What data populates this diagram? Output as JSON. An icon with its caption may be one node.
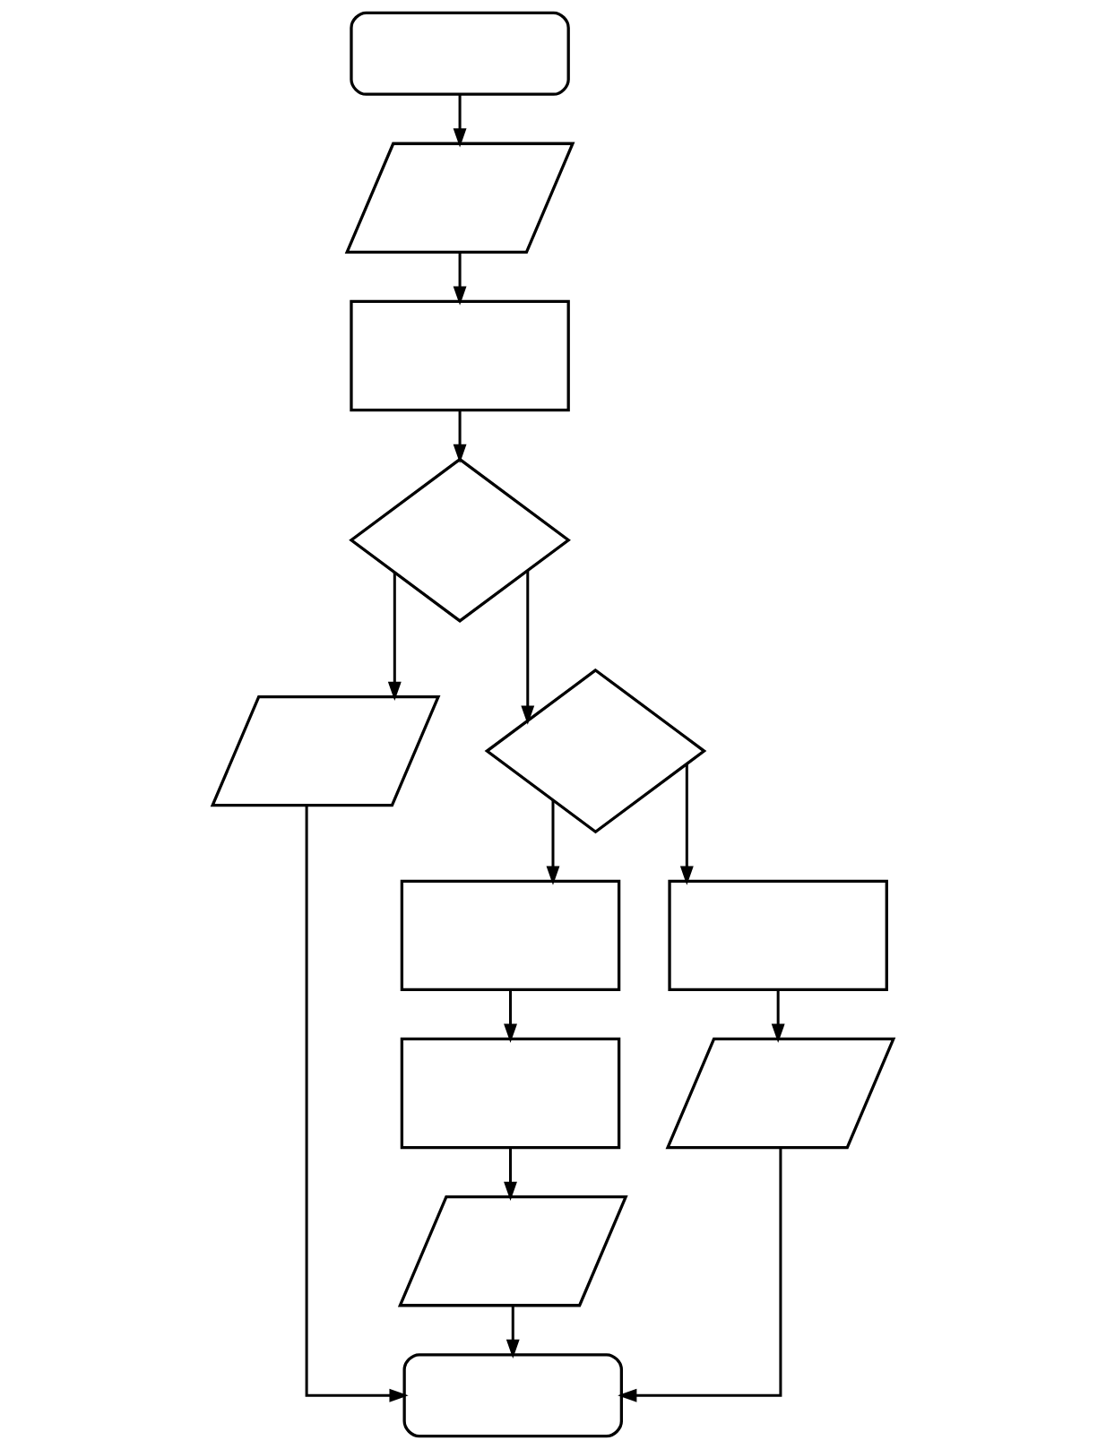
{
  "diagram": {
    "nodes": [
      {
        "text": [],
        "shape": "stadium"
      },
      {
        "text": [],
        "shape": "parallelogram"
      },
      {
        "text": [],
        "shape": "box"
      },
      {
        "text": [],
        "shape": "diamond"
      },
      {
        "text": [],
        "shape": "parallelogram"
      },
      {
        "text": [],
        "shape": "diamond"
      },
      {
        "text": [],
        "shape": "box"
      },
      {
        "text": [],
        "shape": "box"
      },
      {
        "text": [],
        "shape": "box"
      },
      {
        "text": [],
        "shape": "parallelogram"
      },
      {
        "text": [],
        "shape": "parallelogram"
      },
      {
        "text": [],
        "shape": "stadium"
      }
    ],
    "edges": [
      {
        "from": 0,
        "to": 1,
        "arrow": "to"
      },
      {
        "from": 1,
        "to": 2,
        "arrow": "to"
      },
      {
        "from": 2,
        "to": 3,
        "arrow": "to"
      },
      {
        "from": 3,
        "to": 4,
        "arrow": "to"
      },
      {
        "from": 3,
        "to": 5,
        "arrow": "to"
      },
      {
        "from": 5,
        "to": 6,
        "arrow": "to"
      },
      {
        "from": 5,
        "to": 7,
        "arrow": "to"
      },
      {
        "from": 6,
        "to": 8,
        "arrow": "to"
      },
      {
        "from": 7,
        "to": 9,
        "arrow": "to"
      },
      {
        "from": 8,
        "to": 10,
        "arrow": "to"
      },
      {
        "from": 4,
        "to": 11,
        "arrow": "to"
      },
      {
        "from": 10,
        "to": 11,
        "arrow": "to"
      },
      {
        "from": 9,
        "to": 11,
        "arrow": "to"
      }
    ]
  }
}
